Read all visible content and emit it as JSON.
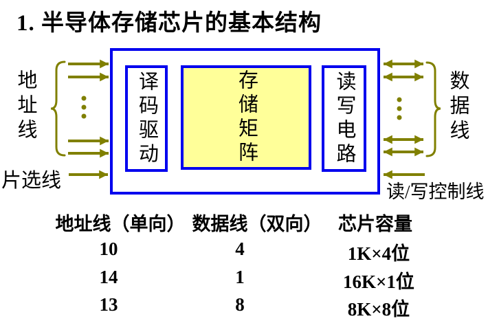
{
  "title": "1.  半导体存储芯片的基本结构",
  "colors": {
    "blue": "#0000ee",
    "yellow": "#ffff99",
    "olive": "#808000"
  },
  "diagram": {
    "blocks": {
      "decoder": "译码驱动",
      "matrix": "存储矩阵",
      "rw_circuit": "读写电路"
    },
    "left_labels": {
      "address_lines": "地址线",
      "chip_select": "片选线"
    },
    "right_labels": {
      "data_lines": "数据线",
      "rw_control": "读/写控制线"
    },
    "icons": [
      "right-arrow-icon",
      "double-arrow-icon",
      "ellipsis-dots-icon",
      "brace-icon"
    ]
  },
  "table": {
    "headers": [
      "地址线（单向）",
      "数据线（双向）",
      "芯片容量"
    ],
    "rows": [
      [
        "10",
        "4",
        "1K×4位"
      ],
      [
        "14",
        "1",
        "16K×1位"
      ],
      [
        "13",
        "8",
        "8K×8位"
      ]
    ]
  }
}
